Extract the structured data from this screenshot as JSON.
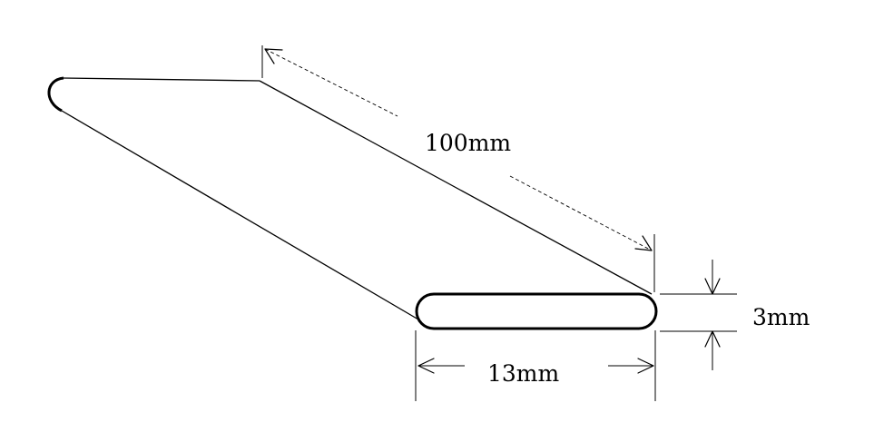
{
  "diagram": {
    "length_label": "100mm",
    "width_label": "13mm",
    "thickness_label": "3mm"
  }
}
